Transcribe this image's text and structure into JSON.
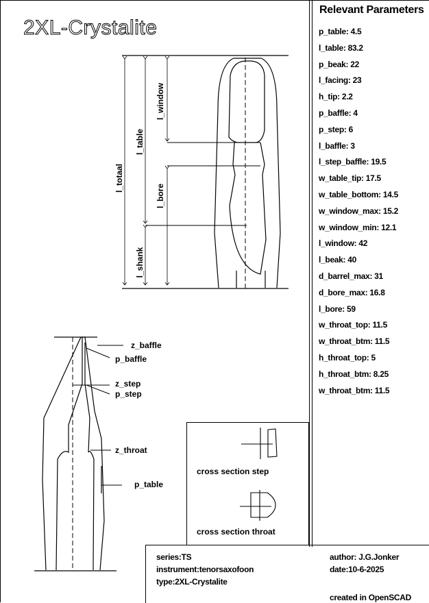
{
  "title": "2XL-Crystalite",
  "params": {
    "heading": "Relevant Parameters",
    "items": [
      "p_table: 4.5",
      "l_table: 83.2",
      "p_beak: 22",
      "l_facing: 23",
      "h_tip: 2.2",
      "p_baffle: 4",
      "p_step: 6",
      "l_baffle: 3",
      "l_step_baffle: 19.5",
      "w_table_tip: 17.5",
      "w_table_bottom: 14.5",
      "w_window_max: 15.2",
      "w_window_min: 12.1",
      "l_window: 42",
      "l_beak: 40",
      "d_barrel_max: 31",
      "d_bore_max: 16.8",
      "l_bore: 59",
      "w_throat_top: 11.5",
      "w_throat_btm: 11.5",
      "h_throat_top: 5",
      "h_throat_btm: 8.25",
      "w_throat_btm: 11.5"
    ]
  },
  "dimension_labels": {
    "l_totaal": "l_totaal",
    "l_table": "l_table",
    "l_window": "l_window",
    "l_bore": "l_bore",
    "l_shank": "l_shank"
  },
  "side_labels": {
    "z_baffle": "z_baffle",
    "p_baffle": "p_baffle",
    "z_step": "z_step",
    "p_step": "p_step",
    "z_throat": "z_throat",
    "p_table": "p_table"
  },
  "cross_sections": {
    "step": "cross section step",
    "throat": "cross section throat"
  },
  "info": {
    "series": "series:TS",
    "instrument": "instrument:tenorsaxofoon",
    "type": "type:2XL-Crystalite",
    "author": "author: J.G.Jonker",
    "date": "date:10-6-2025",
    "created": "created in OpenSCAD"
  }
}
